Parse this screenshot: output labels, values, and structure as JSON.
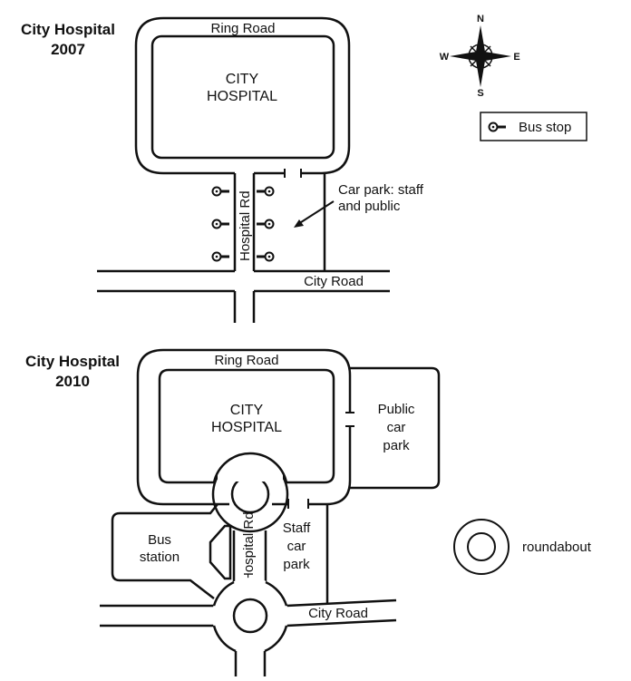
{
  "map_2007": {
    "title_line1": "City Hospital",
    "title_line2": "2007",
    "ring_road": "Ring Road",
    "hospital_line1": "CITY",
    "hospital_line2": "HOSPITAL",
    "hospital_rd": "Hospital Rd",
    "city_road": "City Road",
    "car_park_line1": "Car park: staff",
    "car_park_line2": "and public"
  },
  "map_2010": {
    "title_line1": "City Hospital",
    "title_line2": "2010",
    "ring_road": "Ring Road",
    "hospital_line1": "CITY",
    "hospital_line2": "HOSPITAL",
    "hospital_rd": "Hospital Rd",
    "city_road": "City Road",
    "public_car_park": [
      "Public",
      "car",
      "park"
    ],
    "staff_car_park": [
      "Staff",
      "car",
      "park"
    ],
    "bus_station": [
      "Bus",
      "station"
    ]
  },
  "compass": {
    "n": "N",
    "s": "S",
    "e": "E",
    "w": "W"
  },
  "legend": {
    "bus_stop": "Bus stop",
    "roundabout": "roundabout"
  },
  "colors": {
    "ink": "#111111",
    "background": "#ffffff"
  }
}
